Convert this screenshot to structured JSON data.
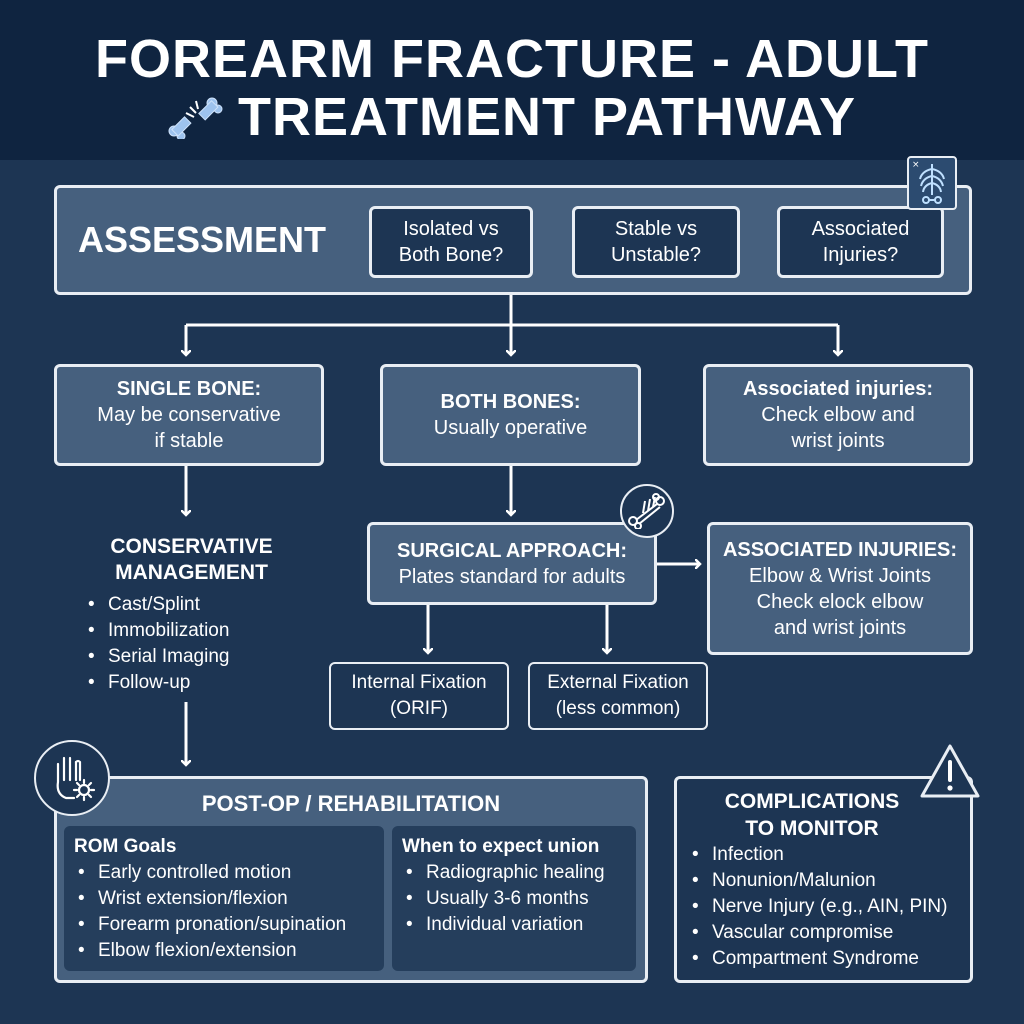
{
  "header": {
    "title_line1": "FOREARM FRACTURE - ADULT",
    "title_line2": "TREATMENT PATHWAY"
  },
  "assessment": {
    "label": "ASSESSMENT",
    "questions": [
      {
        "line1": "Isolated vs",
        "line2": "Both Bone?"
      },
      {
        "line1": "Stable vs",
        "line2": "Unstable?"
      },
      {
        "line1": "Associated",
        "line2": "Injuries?"
      }
    ]
  },
  "single_bone": {
    "title": "SINGLE BONE:",
    "line1": "May be conservative",
    "line2": "if stable"
  },
  "both_bones": {
    "title": "BOTH BONES:",
    "line1": "Usually operative"
  },
  "associated_top": {
    "title": "Associated injuries:",
    "line1": "Check elbow and",
    "line2": "wrist joints"
  },
  "conservative": {
    "title_line1": "CONSERVATIVE",
    "title_line2": "MANAGEMENT",
    "items": [
      "Cast/Splint",
      "Immobilization",
      "Serial Imaging",
      "Follow-up"
    ]
  },
  "surgical": {
    "title": "SURGICAL APPROACH:",
    "line1": "Plates standard for adults"
  },
  "associated_mid": {
    "title": "ASSOCIATED INJURIES:",
    "line1": "Elbow & Wrist Joints",
    "line2": "Check elock elbow",
    "line3": "and wrist joints"
  },
  "internal": {
    "line1": "Internal Fixation",
    "line2": "(ORIF)"
  },
  "external": {
    "line1": "External Fixation",
    "line2": "(less common)"
  },
  "postop": {
    "title": "POST-OP / REHABILITATION",
    "rom": {
      "title": "ROM Goals",
      "items": [
        "Early controlled motion",
        "Wrist extension/flexion",
        "Forearm pronation/supination",
        "Elbow flexion/extension"
      ]
    },
    "union": {
      "title": "When to expect union",
      "items": [
        "Radiographic healing",
        "Usually 3-6 months",
        "Individual variation"
      ]
    }
  },
  "complications": {
    "title_line1": "COMPLICATIONS",
    "title_line2": "TO MONITOR",
    "items": [
      "Infection",
      "Nonunion/Malunion",
      "Nerve Injury (e.g., AIN, PIN)",
      "Vascular compromise",
      "Compartment Syndrome"
    ]
  },
  "icons": [
    "broken-bone-icon",
    "xray-icon",
    "bone-fixation-icon",
    "hand-gear-icon",
    "warning-icon"
  ],
  "colors": {
    "background": "#1d3553",
    "header": "#0f2440",
    "box_fill": "#46607e",
    "line": "#e9eef4"
  }
}
